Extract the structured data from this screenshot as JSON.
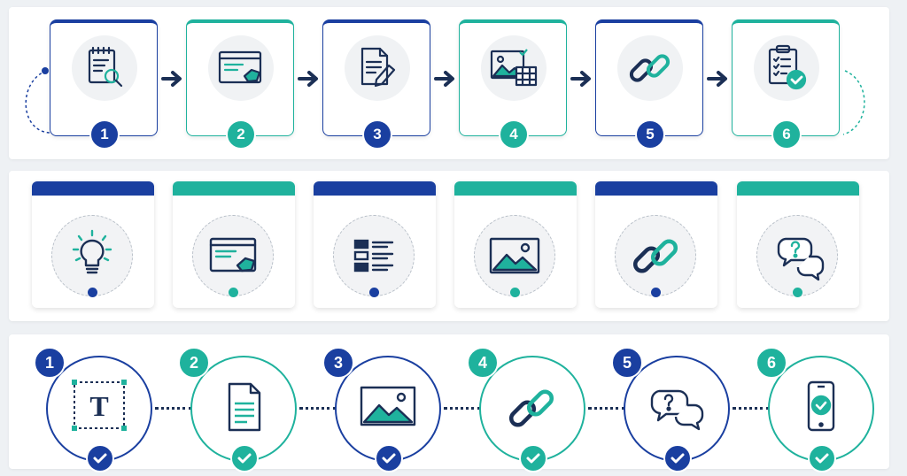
{
  "colors": {
    "navy": "#1a3fa0",
    "teal": "#1fb29d",
    "ink": "#1b2f55"
  },
  "row1": {
    "steps": [
      {
        "number": "1",
        "icon": "notepad-search-icon"
      },
      {
        "number": "2",
        "icon": "browser-tag-icon"
      },
      {
        "number": "3",
        "icon": "document-edit-icon"
      },
      {
        "number": "4",
        "icon": "image-table-icon"
      },
      {
        "number": "5",
        "icon": "chain-link-icon"
      },
      {
        "number": "6",
        "icon": "clipboard-check-icon"
      }
    ]
  },
  "row2": {
    "cards": [
      {
        "icon": "lightbulb-icon"
      },
      {
        "icon": "browser-tag-icon"
      },
      {
        "icon": "content-list-icon"
      },
      {
        "icon": "image-icon"
      },
      {
        "icon": "chain-link-icon"
      },
      {
        "icon": "speech-bubbles-question-icon"
      }
    ]
  },
  "row3": {
    "steps": [
      {
        "number": "1",
        "icon": "text-box-icon"
      },
      {
        "number": "2",
        "icon": "document-icon"
      },
      {
        "number": "3",
        "icon": "image-icon"
      },
      {
        "number": "4",
        "icon": "chain-link-icon"
      },
      {
        "number": "5",
        "icon": "speech-bubbles-question-icon"
      },
      {
        "number": "6",
        "icon": "mobile-check-icon"
      }
    ]
  }
}
